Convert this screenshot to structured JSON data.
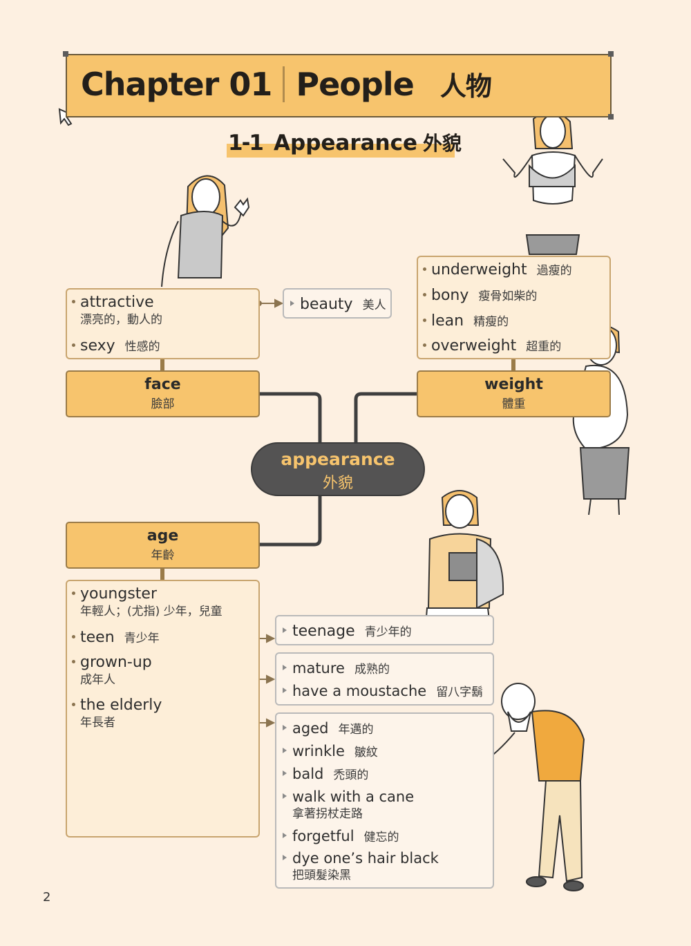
{
  "header": {
    "chapter_label": "Chapter 01",
    "chapter_topic": "People",
    "chapter_topic_zh": "人物"
  },
  "section": {
    "number": "1-1",
    "title": "Appearance",
    "title_zh": "外貌"
  },
  "center": {
    "en": "appearance",
    "zh": "外貌"
  },
  "face": {
    "label": "face",
    "label_zh": "臉部",
    "items": [
      {
        "en": "attractive",
        "zh": "漂亮的，動人的"
      },
      {
        "en": "sexy",
        "zh": "性感的"
      }
    ],
    "related": {
      "en": "beauty",
      "zh": "美人"
    }
  },
  "weight": {
    "label": "weight",
    "label_zh": "體重",
    "items": [
      {
        "en": "underweight",
        "zh": "過瘦的"
      },
      {
        "en": "bony",
        "zh": "瘦骨如柴的"
      },
      {
        "en": "lean",
        "zh": "精瘦的"
      },
      {
        "en": "overweight",
        "zh": "超重的"
      }
    ]
  },
  "age": {
    "label": "age",
    "label_zh": "年齡",
    "items": [
      {
        "en": "youngster",
        "zh": "年輕人；(尤指) 少年，兒童"
      },
      {
        "en": "teen",
        "zh": "青少年"
      },
      {
        "en": "grown-up",
        "zh": "成年人"
      },
      {
        "en": "the elderly",
        "zh": "年長者"
      }
    ],
    "teen_related": [
      {
        "en": "teenage",
        "zh": "青少年的"
      }
    ],
    "grownup_related": [
      {
        "en": "mature",
        "zh": "成熟的"
      },
      {
        "en": "have a moustache",
        "zh": "留八字鬍"
      }
    ],
    "elderly_related": [
      {
        "en": "aged",
        "zh": "年邁的"
      },
      {
        "en": "wrinkle",
        "zh": "皺紋"
      },
      {
        "en": "bald",
        "zh": "禿頭的"
      },
      {
        "en": "walk with a cane",
        "zh": "拿著拐杖走路"
      },
      {
        "en": "forgetful",
        "zh": "健忘的"
      },
      {
        "en": "dye one’s hair black",
        "zh": "把頭髮染黑"
      }
    ]
  },
  "page_number": "2",
  "colors": {
    "accent": "#f7c46d",
    "background": "#fdf0e1",
    "node_dark": "#545353",
    "line": "#3f3f3f",
    "arrow": "#8b7450"
  }
}
